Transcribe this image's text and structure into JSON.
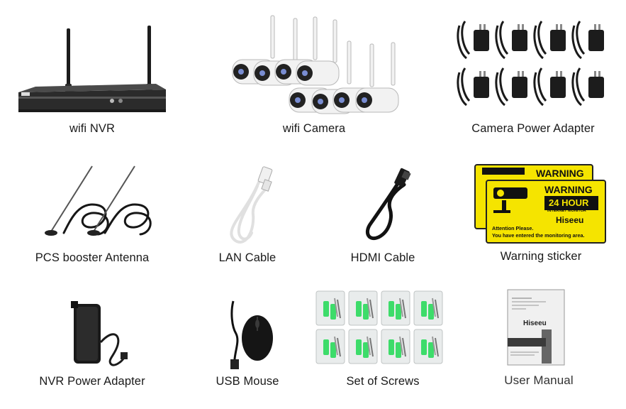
{
  "items": [
    {
      "key": "nvr",
      "label": "wifi NVR"
    },
    {
      "key": "camera",
      "label": "wifi Camera"
    },
    {
      "key": "power_adapter",
      "label": "Camera Power Adapter"
    },
    {
      "key": "antenna",
      "label": "PCS booster Antenna"
    },
    {
      "key": "lan",
      "label": "LAN Cable"
    },
    {
      "key": "hdmi",
      "label": "HDMI Cable"
    },
    {
      "key": "sticker",
      "label": "Warning sticker"
    },
    {
      "key": "nvr_adapter",
      "label": "NVR Power Adapter"
    },
    {
      "key": "mouse",
      "label": "USB Mouse"
    },
    {
      "key": "screws",
      "label": "Set of Screws"
    },
    {
      "key": "manual",
      "label": "User Manual"
    }
  ],
  "sticker": {
    "warning": "WARNING",
    "hours": "24 HOUR",
    "monitor": "INTERNET MONITOR",
    "brand": "Hiseeu",
    "attention": "Attention Please.",
    "notice": "You have entered the monitoring area."
  },
  "manual": {
    "brand": "Hiseeu"
  },
  "colors": {
    "sticker_yellow": "#f5e400",
    "device_black": "#1c1c1c",
    "camera_white": "#f2f2f2",
    "screw_green": "#3ddc6a"
  }
}
